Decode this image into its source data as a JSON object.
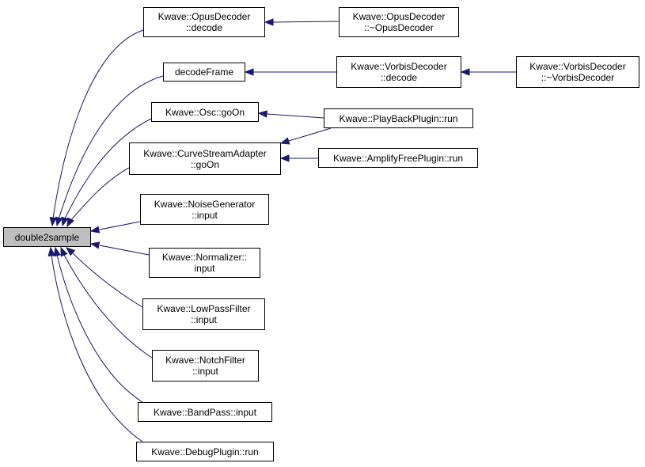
{
  "graph": {
    "edge_color": "#191970",
    "root_fill": "#bfbfbf",
    "nodes": {
      "double2sample": {
        "lines": [
          "double2sample"
        ],
        "root": true
      },
      "opus_decode": {
        "lines": [
          "Kwave::OpusDecoder",
          "::decode"
        ]
      },
      "opus_dtor": {
        "lines": [
          "Kwave::OpusDecoder",
          "::~OpusDecoder"
        ]
      },
      "decodeframe": {
        "lines": [
          "decodeFrame"
        ]
      },
      "vorbis_decode": {
        "lines": [
          "Kwave::VorbisDecoder",
          "::decode"
        ]
      },
      "vorbis_dtor": {
        "lines": [
          "Kwave::VorbisDecoder",
          "::~VorbisDecoder"
        ]
      },
      "osc_goon": {
        "lines": [
          "Kwave::Osc::goOn"
        ]
      },
      "playback_run": {
        "lines": [
          "Kwave::PlayBackPlugin::run"
        ]
      },
      "curve_goon": {
        "lines": [
          "Kwave::CurveStreamAdapter",
          "::goOn"
        ]
      },
      "amplify_run": {
        "lines": [
          "Kwave::AmplifyFreePlugin::run"
        ]
      },
      "noise_input": {
        "lines": [
          "Kwave::NoiseGenerator",
          "::input"
        ]
      },
      "normalizer_input": {
        "lines": [
          "Kwave::Normalizer::",
          "input"
        ]
      },
      "lowpass_input": {
        "lines": [
          "Kwave::LowPassFilter",
          "::input"
        ]
      },
      "notch_input": {
        "lines": [
          "Kwave::NotchFilter",
          "::input"
        ]
      },
      "bandpass_input": {
        "lines": [
          "Kwave::BandPass::input"
        ]
      },
      "debug_run": {
        "lines": [
          "Kwave::DebugPlugin::run"
        ]
      }
    }
  }
}
